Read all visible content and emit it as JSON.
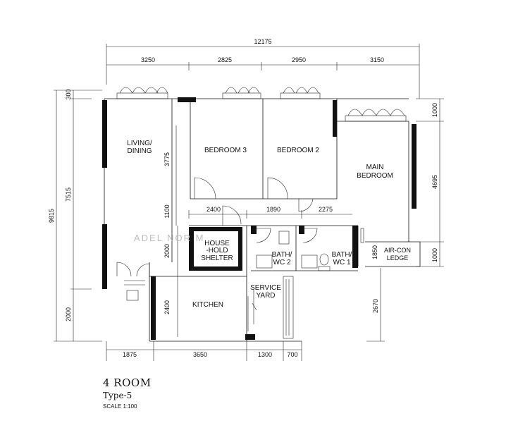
{
  "rooms": {
    "living_l1": "LIVING/",
    "living_l2": "DINING",
    "bedroom3": "BEDROOM 3",
    "bedroom2": "BEDROOM 2",
    "main_l1": "MAIN",
    "main_l2": "BEDROOM",
    "shelter_l1": "HOUSE",
    "shelter_l2": "-HOLD",
    "shelter_l3": "SHELTER",
    "bath2_l1": "BATH/",
    "bath2_l2": "WC 2",
    "bath1_l1": "BATH/",
    "bath1_l2": "WC 1",
    "aircon_l1": "AIR-CON",
    "aircon_l2": "LEDGE",
    "kitchen": "KITCHEN",
    "service_l1": "SERVICE",
    "service_l2": "YARD"
  },
  "dimensions": {
    "overall_width": "12175",
    "top": [
      "3250",
      "2825",
      "2950",
      "3150"
    ],
    "bottom": [
      "1875",
      "3650",
      "1300",
      "700"
    ],
    "overall_height": "9815",
    "left_outer": "7515",
    "left_top": "300",
    "left_bottom": "2000",
    "right_top": "1000",
    "right_main": "4695",
    "right_ledge": "1000",
    "right_lower": "2670",
    "inner_3775": "3775",
    "inner_1100": "1100",
    "inner_2000": "2000",
    "inner_2400v": "2400",
    "inner_1850": "1850",
    "corridor_2400": "2400",
    "corridor_1890": "1890",
    "corridor_2275": "2275"
  },
  "watermark": "ADEL NOR M",
  "legend": {
    "title": "4 ROOM",
    "type": "Type-5",
    "scale": "SCALE 1:100"
  }
}
